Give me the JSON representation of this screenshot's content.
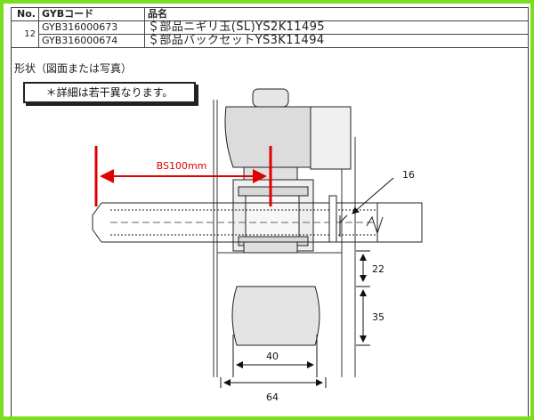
{
  "table": {
    "header": {
      "no": "No.",
      "code": "GYBコード",
      "name": "品名"
    },
    "row_number": "12",
    "rows": [
      {
        "code": "GYB316000673",
        "name": "＄部品ニギリ玉(SL)YS2K11495"
      },
      {
        "code": "GYB316000674",
        "name": "＄部品バックセットYS3K11494"
      }
    ]
  },
  "section_label": "形状（図面または写真）",
  "note": "＊詳細は若干異なります。",
  "drawing": {
    "backset_label": "BS100mm",
    "dim_16": "16",
    "dim_22": "22",
    "dim_35": "35",
    "dim_40": "40",
    "dim_64": "64",
    "backset_color": "#e00000",
    "frame_color": "#7ddc1f"
  }
}
